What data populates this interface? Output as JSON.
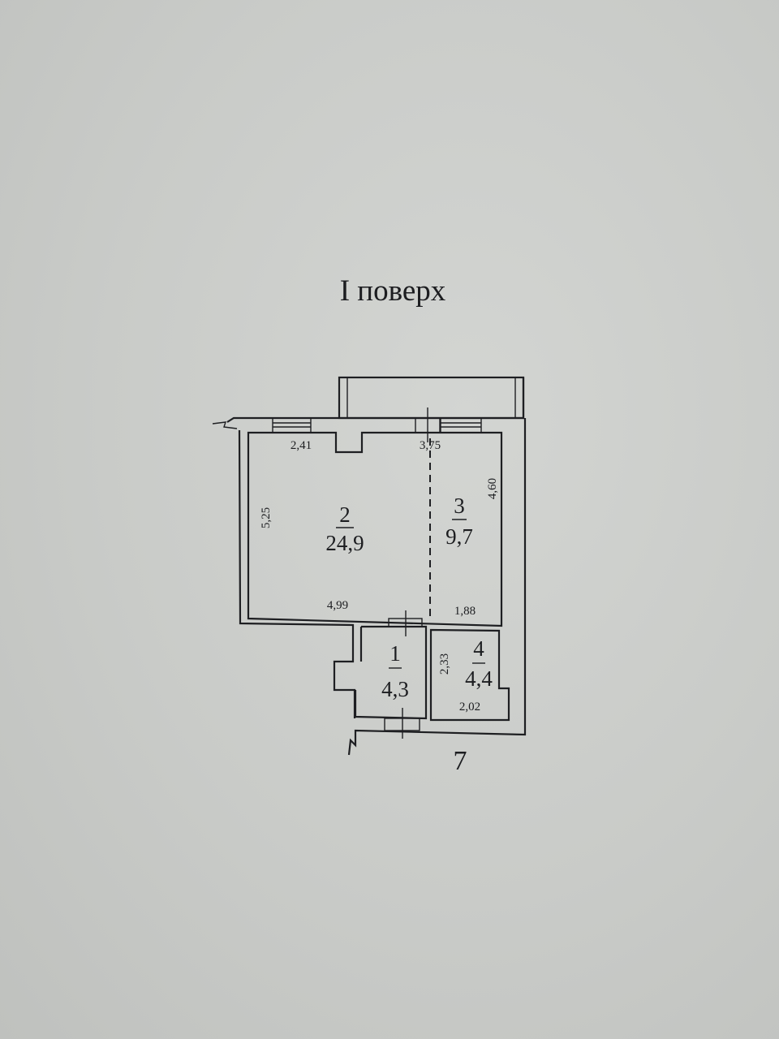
{
  "title": "I поверх",
  "section_number": "7",
  "rooms": [
    {
      "number": "1",
      "area": "4,3"
    },
    {
      "number": "2",
      "area": "24,9"
    },
    {
      "number": "3",
      "area": "9,7"
    },
    {
      "number": "4",
      "area": "4,4"
    }
  ],
  "dimensions": {
    "room2_top": "2,41",
    "room3_top": "3,75",
    "room2_left": "5,25",
    "room3_right": "4,60",
    "room2_bottom": "4,99",
    "room3_bottom": "1,88",
    "room4_left": "2,33",
    "room4_bottom": "2,02"
  }
}
